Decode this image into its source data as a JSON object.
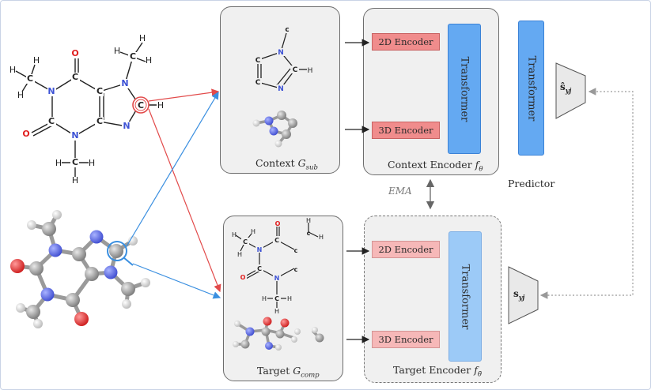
{
  "context_panel": {
    "label": "Context",
    "symbol": "G",
    "subscript": "sub"
  },
  "target_panel": {
    "label": "Target",
    "symbol": "G",
    "subscript": "comp"
  },
  "context_encoder": {
    "enc_2d": "2D Encoder",
    "enc_3d": "3D Encoder",
    "transformer": "Transformer",
    "label": "Context Encoder",
    "symbol": "f",
    "subscript": "θ"
  },
  "target_encoder": {
    "enc_2d": "2D Encoder",
    "enc_3d": "3D Encoder",
    "transformer": "Transformer",
    "label": "Target Encoder",
    "symbol": "f",
    "subscript": "θ̄"
  },
  "predictor": {
    "transformer": "Transformer",
    "label": "Predictor"
  },
  "ema_label": "EMA",
  "pred_output": {
    "symbol": "ŝ",
    "subscript": "yj"
  },
  "target_output": {
    "symbol": "s",
    "subscript": "yj"
  },
  "atoms": {
    "C": "C",
    "H": "H",
    "N": "N",
    "O": "O",
    "c": "c"
  },
  "colors": {
    "red_arrow": "#e24a4a",
    "blue_arrow": "#3a8fe0",
    "encoder_red": "#f08c8c",
    "transformer_blue": "#64a9f2"
  }
}
